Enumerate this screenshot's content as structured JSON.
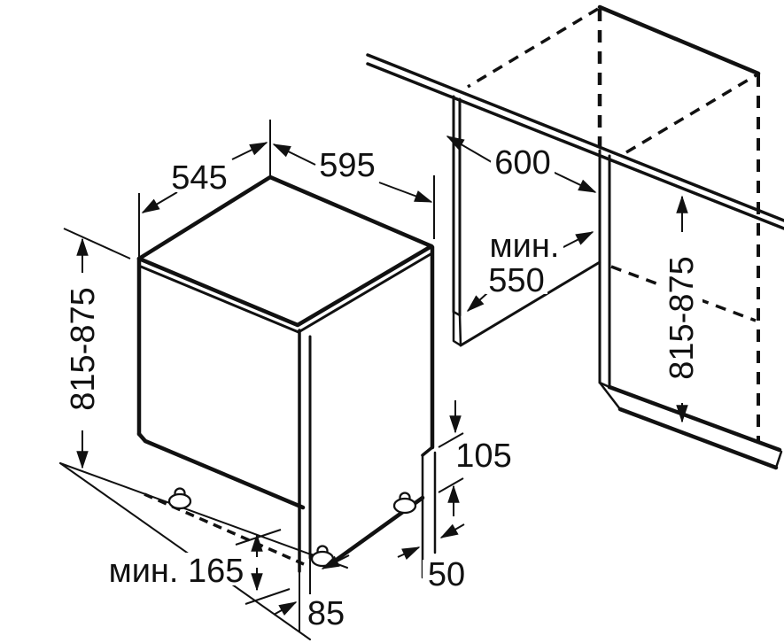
{
  "diagram": {
    "dimensions": {
      "appliance_top_depth": "545",
      "appliance_top_width": "595",
      "niche_width": "600",
      "niche_depth_min_line1": "мин.",
      "niche_depth_min_line2": "550",
      "appliance_height_range": "815-875",
      "niche_height_range": "815-875",
      "rear_step_height": "105",
      "rear_clearance": "50",
      "base_offset": "85",
      "plinth_min_height": "мин. 165"
    }
  }
}
